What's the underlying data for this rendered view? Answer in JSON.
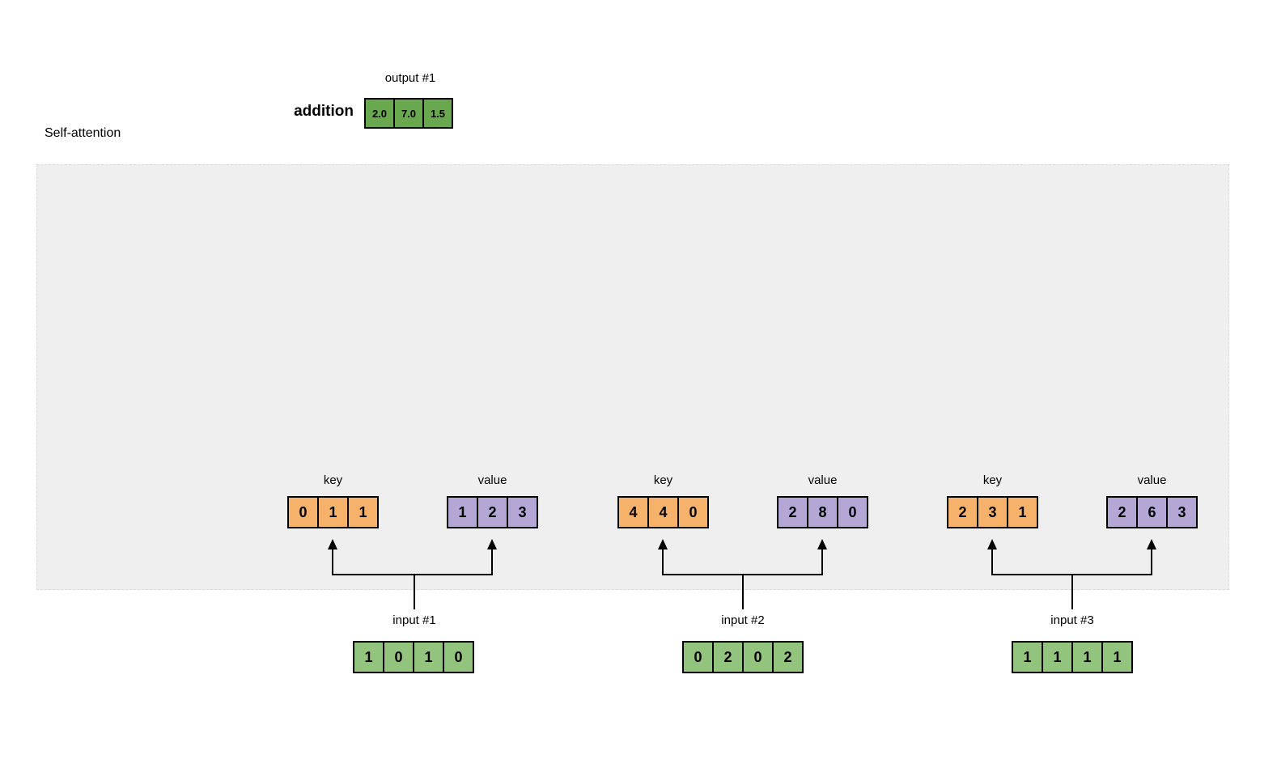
{
  "title": "Self-attention",
  "output": {
    "label": "output #1",
    "operation_label": "addition",
    "values": [
      "2.0",
      "7.0",
      "1.5"
    ]
  },
  "attention": {
    "groups": [
      {
        "key": {
          "label": "key",
          "values": [
            "0",
            "1",
            "1"
          ]
        },
        "value": {
          "label": "value",
          "values": [
            "1",
            "2",
            "3"
          ]
        }
      },
      {
        "key": {
          "label": "key",
          "values": [
            "4",
            "4",
            "0"
          ]
        },
        "value": {
          "label": "value",
          "values": [
            "2",
            "8",
            "0"
          ]
        }
      },
      {
        "key": {
          "label": "key",
          "values": [
            "2",
            "3",
            "1"
          ]
        },
        "value": {
          "label": "value",
          "values": [
            "2",
            "6",
            "3"
          ]
        }
      }
    ]
  },
  "inputs": [
    {
      "label": "input #1",
      "values": [
        "1",
        "0",
        "1",
        "0"
      ]
    },
    {
      "label": "input #2",
      "values": [
        "0",
        "2",
        "0",
        "2"
      ]
    },
    {
      "label": "input #3",
      "values": [
        "1",
        "1",
        "1",
        "1"
      ]
    }
  ],
  "colors": {
    "output_cell": "#6aa84f",
    "input_cell": "#93c47d",
    "key_cell": "#f6b26b",
    "value_cell": "#b4a7d6",
    "cell_border": "#000000",
    "block_background": "#efefef",
    "arrow": "#000000"
  }
}
